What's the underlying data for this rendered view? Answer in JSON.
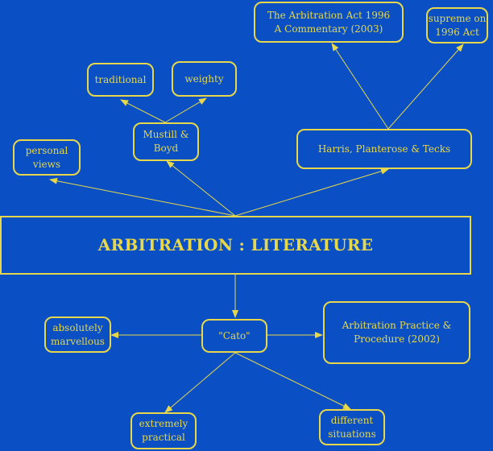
{
  "colors": {
    "background": "#0b4fc4",
    "foreground": "#e6d84a"
  },
  "nodes": {
    "main": "ARBITRATION : LITERATURE",
    "personal_views": "personal\nviews",
    "mustill_boyd": "Mustill &\nBoyd",
    "traditional": "traditional",
    "weighty": "weighty",
    "harris": "Harris, Planterose & Tecks",
    "arbitration_act": "The Arbitration Act 1996\nA Commentary (2003)",
    "supreme": "supreme on\n1996 Act",
    "cato": "\"Cato\"",
    "absolutely_marvellous": "absolutely\nmarvellous",
    "arbitration_practice": "Arbitration Practice &\nProcedure (2002)",
    "extremely_practical": "extremely\npractical",
    "different_situations": "different\nsituations"
  }
}
